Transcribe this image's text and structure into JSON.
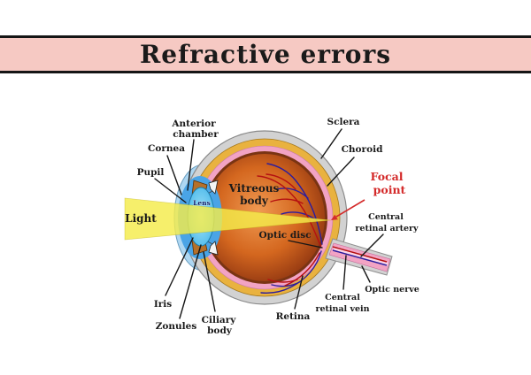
{
  "title": "Refractive errors",
  "colors": {
    "banner_bg": "#f6c9c3",
    "banner_border": "#151515",
    "title_text": "#1a1a1a",
    "label_text": "#1a1a1a",
    "focal_red": "#d42a2a",
    "sclera": "#d2d2d2",
    "choroid": "#e9b23f",
    "retina_pink": "#f2a3c4",
    "light_yellow": "#f4ec4a",
    "cornea_blue": "#aed7f2",
    "anterior_chamber_blue": "#4aa4e6",
    "iris_brown": "#b5702a",
    "artery_red": "#b51111",
    "vein_blue": "#2b1d9e"
  },
  "diagram": {
    "labels": {
      "anterior_chamber": [
        "Anterior",
        "chamber"
      ],
      "cornea": "Cornea",
      "pupil": "Pupil",
      "light": "Light",
      "lens": "Lens",
      "vitreous_body": [
        "Vitreous",
        "body"
      ],
      "iris": "Iris",
      "zonules": "Zonules",
      "ciliary_body": [
        "Ciliary",
        "body"
      ],
      "sclera": "Sclera",
      "choroid": "Choroid",
      "focal_point": [
        "Focal",
        "point"
      ],
      "central_retinal_artery": [
        "Central",
        "retinal artery"
      ],
      "optic_nerve": "Optic nerve",
      "central_retinal_vein": [
        "Central",
        "retinal vein"
      ],
      "retina": "Retina",
      "optic_disc": "Optic disc"
    }
  }
}
